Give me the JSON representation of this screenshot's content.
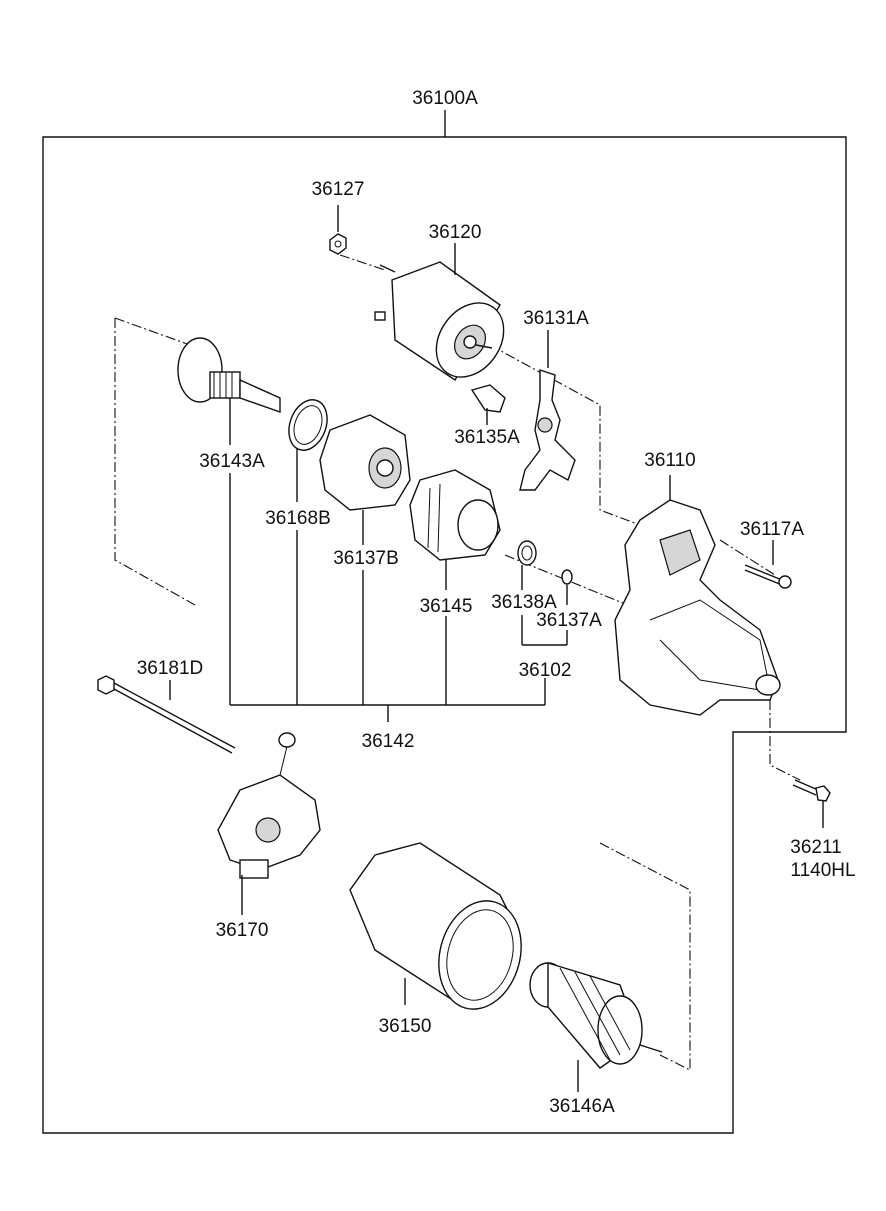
{
  "diagram": {
    "assembly_label": "36100A",
    "labels": {
      "solenoid_nut": "36127",
      "solenoid": "36120",
      "lever": "36131A",
      "plunger_cap": "36135A",
      "front_bracket": "36110",
      "bracket_bolt": "36117A",
      "pinion_shaft": "36143A",
      "gasket": "36168B",
      "gear_housing": "36137B",
      "overrunning_clutch": "36145",
      "stop_ring": "36138A",
      "snap_ring": "36137A",
      "ring_set": "36102",
      "gear_set": "36142",
      "through_bolt": "36181D",
      "brush_holder": "36170",
      "yoke": "36150",
      "armature": "36146A",
      "mount_bolt_a": "36211",
      "mount_bolt_b": "1140HL"
    }
  }
}
